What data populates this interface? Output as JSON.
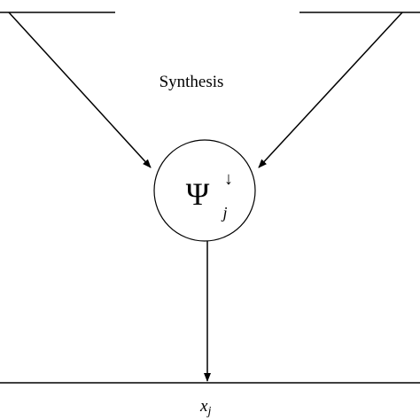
{
  "diagram": {
    "process_label": "Synthesis",
    "node": {
      "symbol": "Ψ",
      "superscript": "↓",
      "subscript": "j"
    },
    "output": {
      "base": "x",
      "subscript": "j"
    }
  }
}
